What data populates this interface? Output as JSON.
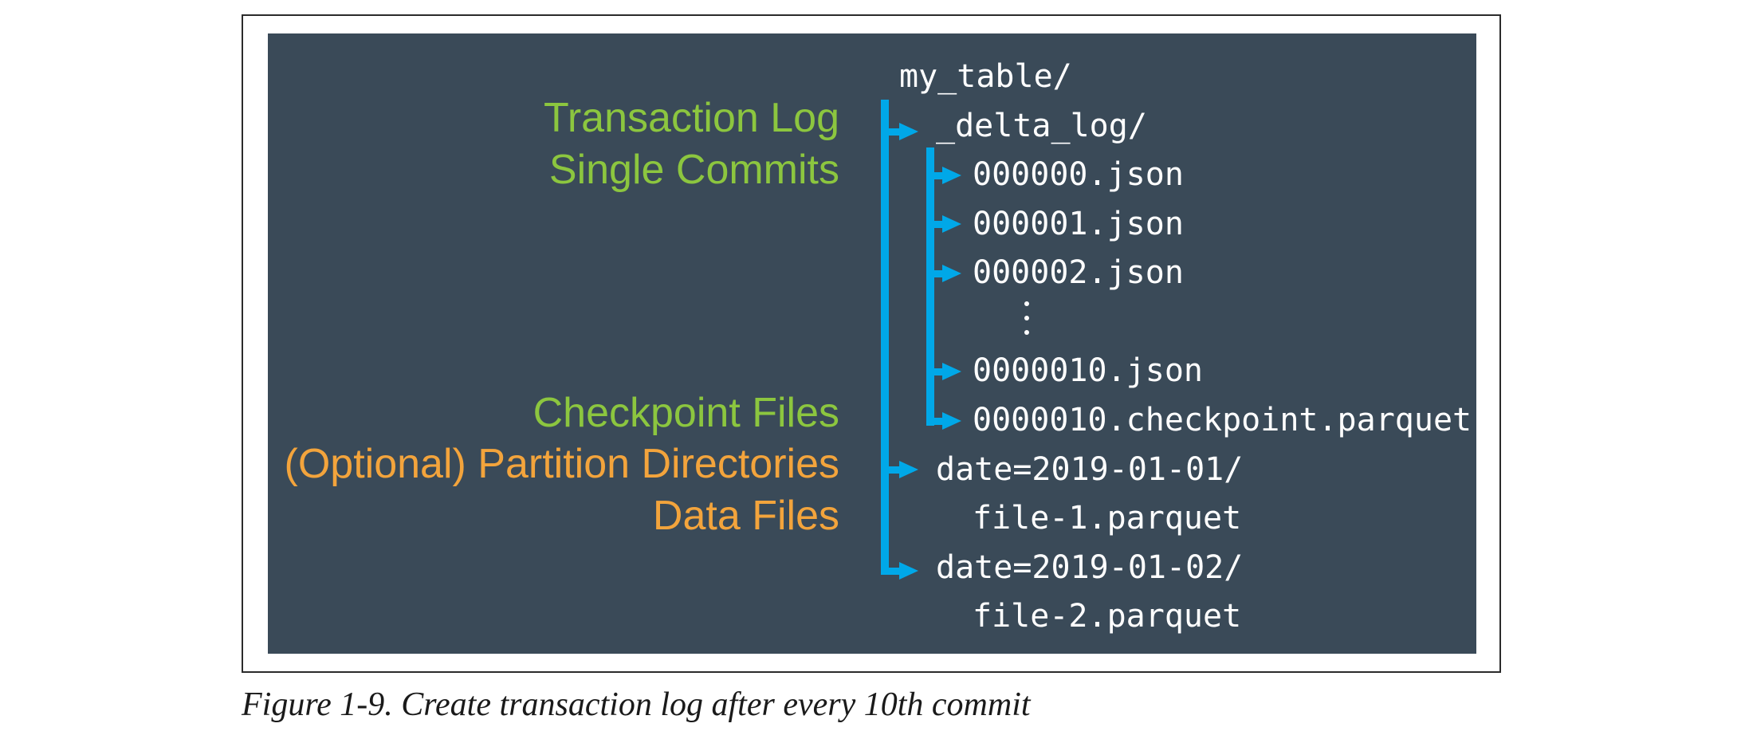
{
  "diagram": {
    "labels": {
      "transaction_log": "Transaction Log",
      "single_commits": "Single Commits",
      "checkpoint_files": "Checkpoint Files",
      "partition_directories": "(Optional) Partition Directories",
      "data_files": "Data Files"
    },
    "tree": {
      "root": "my_table/",
      "delta_log": "_delta_log/",
      "commit_0": "000000.json",
      "commit_1": "000001.json",
      "commit_2": "000002.json",
      "commit_10": "0000010.json",
      "checkpoint": "0000010.checkpoint.parquet",
      "partition_1": "date=2019-01-01/",
      "file_1": "file-1.parquet",
      "partition_2": "date=2019-01-02/",
      "file_2": "file-2.parquet"
    },
    "colors": {
      "panel": "#3a4a58",
      "tree_lines": "#00a8e8",
      "green_labels": "#8cc63f",
      "orange_labels": "#f3a43c",
      "text": "#ffffff"
    }
  },
  "caption": "Figure 1-9. Create transaction log after every 10th commit"
}
